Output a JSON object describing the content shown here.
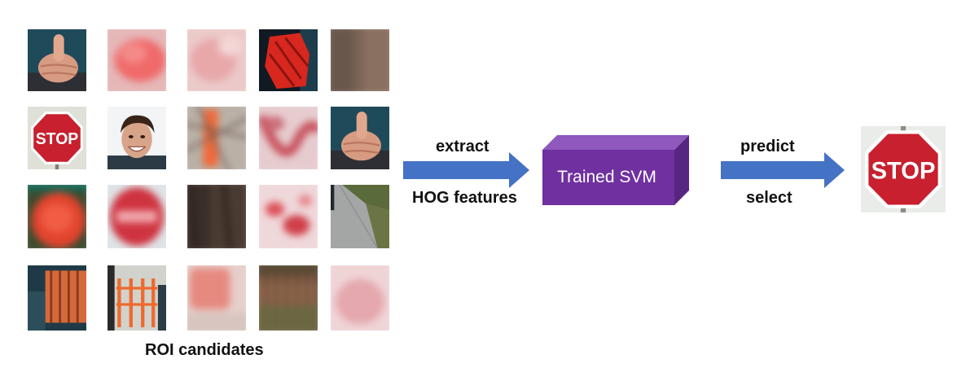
{
  "grid": {
    "caption": "ROI candidates",
    "tiles": [
      {
        "kind": "thumb"
      },
      {
        "kind": "pink"
      },
      {
        "kind": "pink-light"
      },
      {
        "kind": "red-dark"
      },
      {
        "kind": "brown"
      },
      {
        "kind": "stop"
      },
      {
        "kind": "face"
      },
      {
        "kind": "orange-branches"
      },
      {
        "kind": "pink-swirl"
      },
      {
        "kind": "thumb"
      },
      {
        "kind": "red-blur"
      },
      {
        "kind": "stop-blur"
      },
      {
        "kind": "dark-brown"
      },
      {
        "kind": "pink-blotch"
      },
      {
        "kind": "sidewalk"
      },
      {
        "kind": "orange-fence-dark"
      },
      {
        "kind": "orange-barrier"
      },
      {
        "kind": "pink-sign"
      },
      {
        "kind": "fence-blur"
      },
      {
        "kind": "pink-faint"
      }
    ]
  },
  "stop_text": "STOP",
  "steps": {
    "extract_label": "extract",
    "features_label": "HOG features",
    "classifier_label": "Trained SVM",
    "predict_label": "predict",
    "select_label": "select"
  },
  "colors": {
    "arrow": "#4472C4",
    "svm_front": "#7030A0",
    "svm_top": "#8E58BC",
    "svm_side": "#562680",
    "stop_red": "#C8202E"
  }
}
